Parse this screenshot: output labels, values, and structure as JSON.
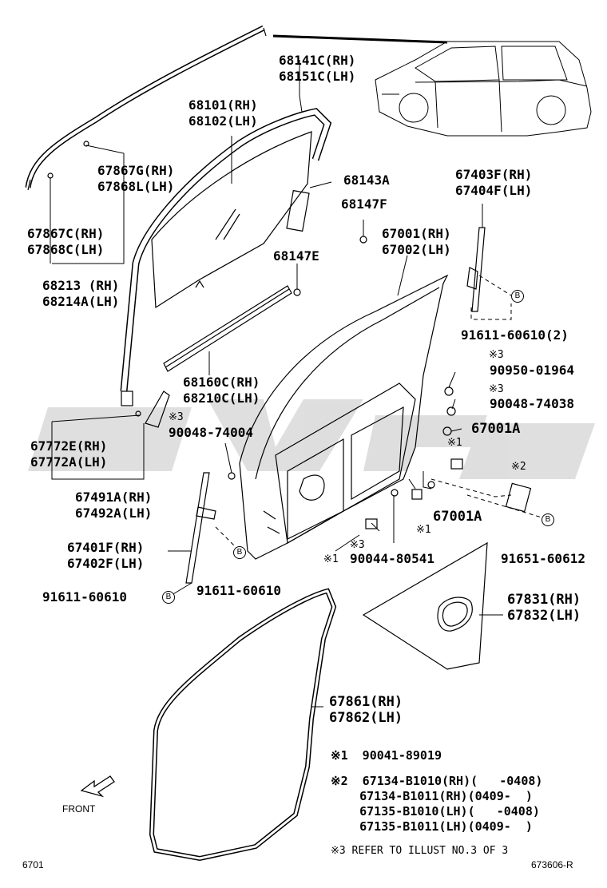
{
  "labels": {
    "p68141C": "68141C(RH)",
    "p68151C": "68151C(LH)",
    "p68101": "68101(RH)",
    "p68102": "68102(LH)",
    "p67867G": "67867G(RH)",
    "p67868L": "67868L(LH)",
    "p68143A": "68143A",
    "p68147F": "68147F",
    "p67867C": "67867C(RH)",
    "p67868C": "67868C(LH)",
    "p67001": "67001(RH)",
    "p67002": "67002(LH)",
    "p67403F": "67403F(RH)",
    "p67404F": "67404F(LH)",
    "p68147E": "68147E",
    "p68213": "68213 (RH)",
    "p68214A": "68214A(LH)",
    "p91611_2": "91611-60610(2)",
    "p90950": "90950-01964",
    "p68160C": "68160C(RH)",
    "p68210C": "68210C(LH)",
    "p90048_a": "90048-74038",
    "p90048_b": "90048-74004",
    "p67001A_a": "67001A",
    "p67772E": "67772E(RH)",
    "p67772A": "67772A(LH)",
    "p67491A": "67491A(RH)",
    "p67492A": "67492A(LH)",
    "p67001A_b": "67001A",
    "p67401F": "67401F(RH)",
    "p67402F": "67402F(LH)",
    "p90044": "90044-80541",
    "p91651": "91651-60612",
    "p91611_a": "91611-60610",
    "p91611_b": "91611-60610",
    "p67831": "67831(RH)",
    "p67832": "67832(LH)",
    "p67861": "67861(RH)",
    "p67862": "67862(LH)"
  },
  "marks": {
    "n1": "※1",
    "n2": "※2",
    "n3": "※3",
    "b": "B"
  },
  "notes": {
    "n1_line": "※1  90041-89019",
    "n2_line1": "※2  67134-B1010(RH)(   -0408)",
    "n2_line2": "    67134-B1011(RH)(0409-  )",
    "n2_line3": "    67135-B1010(LH)(   -0408)",
    "n2_line4": "    67135-B1011(LH)(0409-  )",
    "n3_line": "※3 REFER TO ILLUST NO.3 OF 3"
  },
  "footer": {
    "front": "FRONT",
    "code_left": "6701",
    "code_right": "673606-R"
  }
}
